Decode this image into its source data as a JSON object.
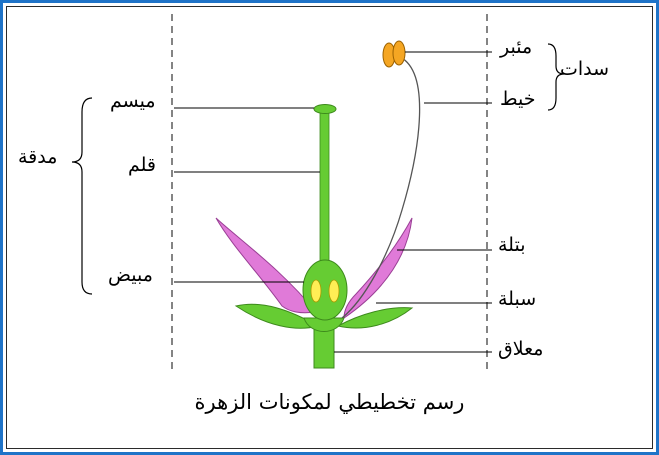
{
  "colors": {
    "frame": "#1f74c8",
    "stem_green": "#66cc33",
    "petal_pink": "#e07ad8",
    "ovule_yellow": "#ffee55",
    "anther_orange": "#f5a623"
  },
  "labels": {
    "stamen_group": "سدات",
    "anther": "مئبر",
    "filament": "خيط",
    "pistil_group": "مدقة",
    "stigma": "ميسم",
    "style": "قلم",
    "ovary": "مبيض",
    "petal": "بتلة",
    "sepal": "سبلة",
    "receptacle": "معلاق"
  },
  "caption": "رسم تخطيطي لمكونات الزهرة"
}
